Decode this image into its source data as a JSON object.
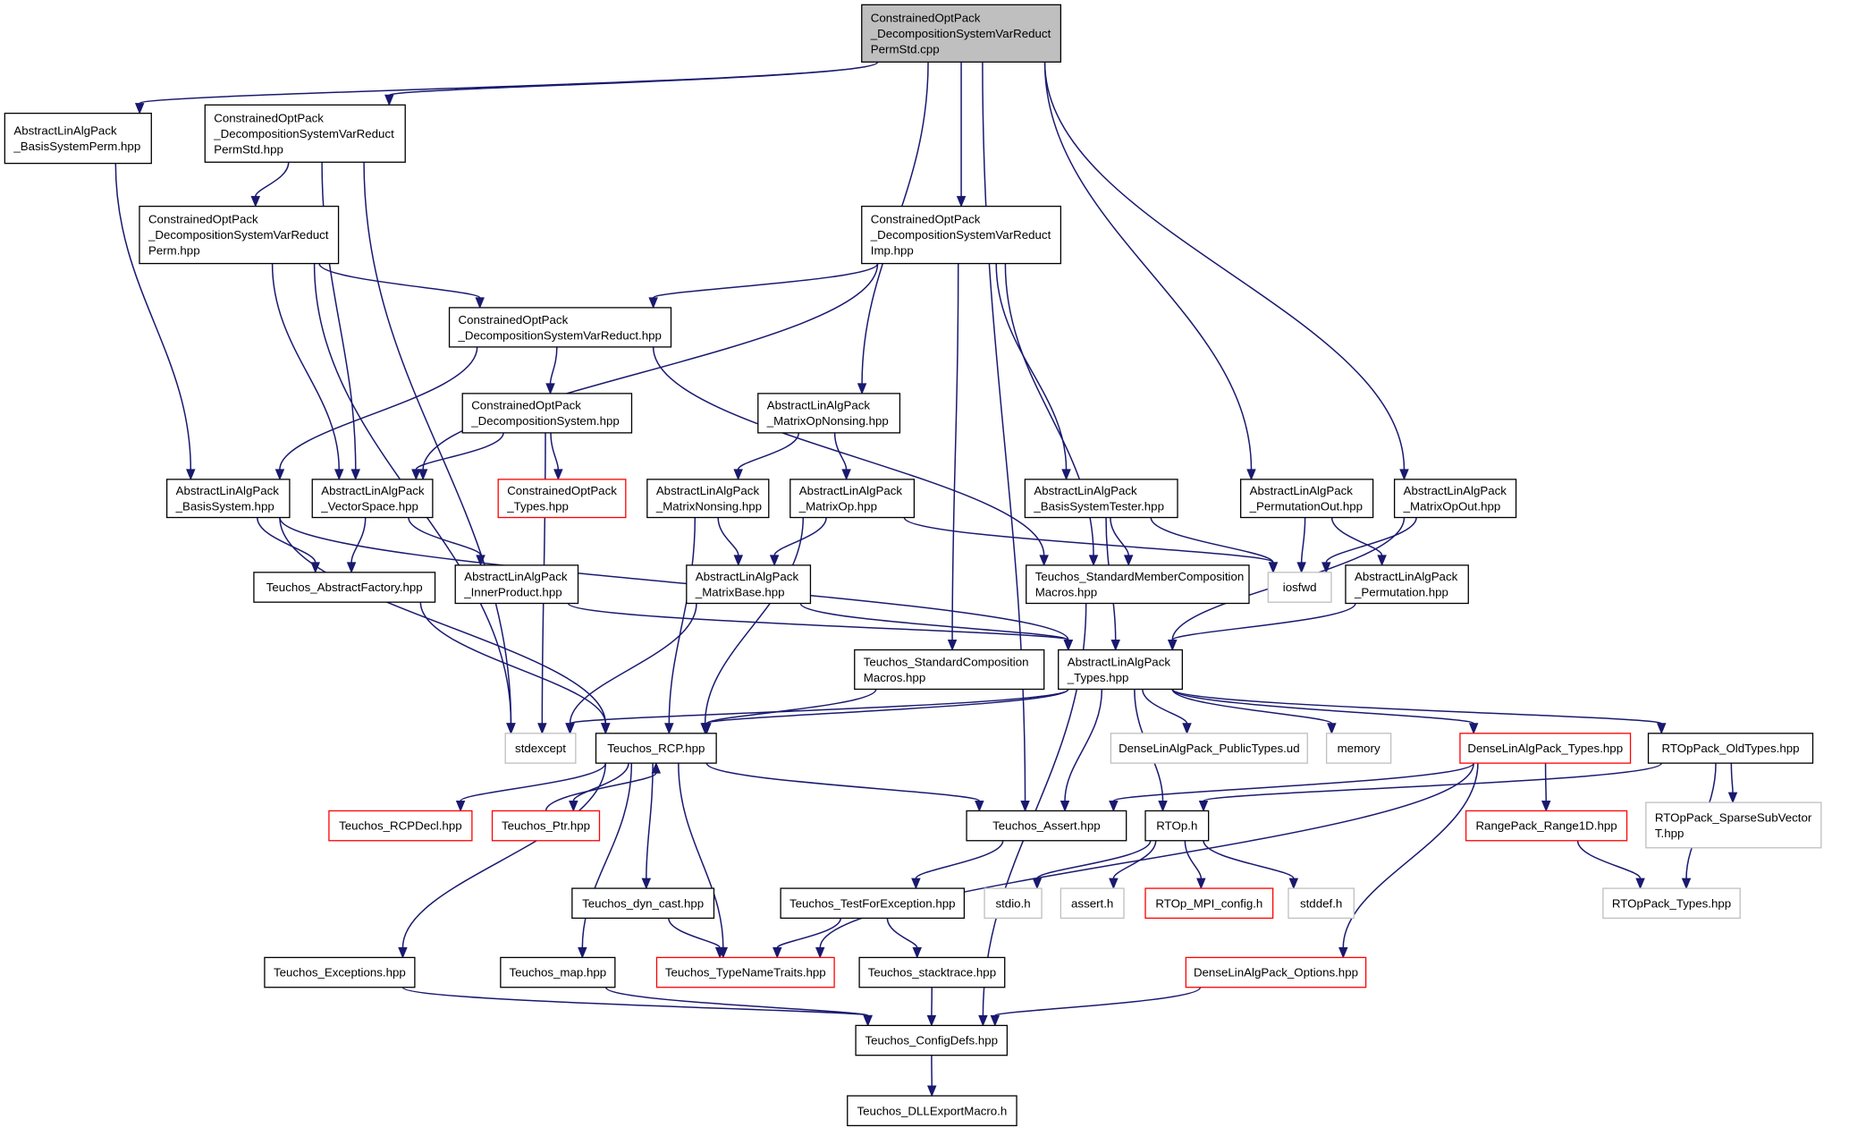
{
  "colors": {
    "edge": "#191970",
    "node_border": "#000000",
    "node_missing_border": "#ff0000",
    "node_external_border": "#bfbfbf",
    "root_fill": "#bfbfbf",
    "node_fill": "#ffffff",
    "text": "#000000"
  },
  "nodes": [
    {
      "id": "root",
      "style": "root",
      "lines": [
        "ConstrainedOptPack",
        "_DecompositionSystemVarReduct",
        "PermStd.cpp"
      ]
    },
    {
      "id": "basis_perm",
      "style": "normal",
      "lines": [
        "AbstractLinAlgPack",
        "_BasisSystemPerm.hpp"
      ]
    },
    {
      "id": "dsvr_permstd_hpp",
      "style": "normal",
      "lines": [
        "ConstrainedOptPack",
        "_DecompositionSystemVarReduct",
        "PermStd.hpp"
      ]
    },
    {
      "id": "dsvr_perm",
      "style": "normal",
      "lines": [
        "ConstrainedOptPack",
        "_DecompositionSystemVarReduct",
        "Perm.hpp"
      ]
    },
    {
      "id": "dsvr_imp",
      "style": "normal",
      "lines": [
        "ConstrainedOptPack",
        "_DecompositionSystemVarReduct",
        "Imp.hpp"
      ]
    },
    {
      "id": "dsvr",
      "style": "normal",
      "lines": [
        "ConstrainedOptPack",
        "_DecompositionSystemVarReduct.hpp"
      ]
    },
    {
      "id": "ds",
      "style": "normal",
      "lines": [
        "ConstrainedOptPack",
        "_DecompositionSystem.hpp"
      ]
    },
    {
      "id": "co_types",
      "style": "missing",
      "lines": [
        "ConstrainedOptPack",
        "_Types.hpp"
      ]
    },
    {
      "id": "mop_nonsing",
      "style": "normal",
      "lines": [
        "AbstractLinAlgPack",
        "_MatrixOpNonsing.hpp"
      ]
    },
    {
      "id": "basis_sys",
      "style": "normal",
      "lines": [
        "AbstractLinAlgPack",
        "_BasisSystem.hpp"
      ]
    },
    {
      "id": "vec_space",
      "style": "normal",
      "lines": [
        "AbstractLinAlgPack",
        "_VectorSpace.hpp"
      ]
    },
    {
      "id": "mat_nonsing",
      "style": "normal",
      "lines": [
        "AbstractLinAlgPack",
        "_MatrixNonsing.hpp"
      ]
    },
    {
      "id": "mat_op",
      "style": "normal",
      "lines": [
        "AbstractLinAlgPack",
        "_MatrixOp.hpp"
      ]
    },
    {
      "id": "bs_tester",
      "style": "normal",
      "lines": [
        "AbstractLinAlgPack",
        "_BasisSystemTester.hpp"
      ]
    },
    {
      "id": "perm_out",
      "style": "normal",
      "lines": [
        "AbstractLinAlgPack",
        "_PermutationOut.hpp"
      ]
    },
    {
      "id": "mop_out",
      "style": "normal",
      "lines": [
        "AbstractLinAlgPack",
        "_MatrixOpOut.hpp"
      ]
    },
    {
      "id": "abs_factory",
      "style": "normal",
      "lines": [
        "Teuchos_AbstractFactory.hpp"
      ]
    },
    {
      "id": "inner_prod",
      "style": "normal",
      "lines": [
        "AbstractLinAlgPack",
        "_InnerProduct.hpp"
      ]
    },
    {
      "id": "mat_base",
      "style": "normal",
      "lines": [
        "AbstractLinAlgPack",
        "_MatrixBase.hpp"
      ]
    },
    {
      "id": "smcm",
      "style": "normal",
      "lines": [
        "Teuchos_StandardMemberComposition",
        "Macros.hpp"
      ]
    },
    {
      "id": "iosfwd",
      "style": "external",
      "lines": [
        "iosfwd"
      ]
    },
    {
      "id": "permutation",
      "style": "normal",
      "lines": [
        "AbstractLinAlgPack",
        "_Permutation.hpp"
      ]
    },
    {
      "id": "scm",
      "style": "normal",
      "lines": [
        "Teuchos_StandardComposition",
        "Macros.hpp"
      ]
    },
    {
      "id": "ala_types",
      "style": "normal",
      "lines": [
        "AbstractLinAlgPack",
        "_Types.hpp"
      ]
    },
    {
      "id": "stdexcept",
      "style": "external",
      "lines": [
        "stdexcept"
      ]
    },
    {
      "id": "rcp",
      "style": "normal",
      "lines": [
        "Teuchos_RCP.hpp"
      ]
    },
    {
      "id": "dla_public",
      "style": "external",
      "lines": [
        "DenseLinAlgPack_PublicTypes.ud"
      ]
    },
    {
      "id": "memory",
      "style": "external",
      "lines": [
        "memory"
      ]
    },
    {
      "id": "dla_types",
      "style": "missing",
      "lines": [
        "DenseLinAlgPack_Types.hpp"
      ]
    },
    {
      "id": "rtop_old",
      "style": "normal",
      "lines": [
        "RTOpPack_OldTypes.hpp"
      ]
    },
    {
      "id": "rcp_decl",
      "style": "missing",
      "lines": [
        "Teuchos_RCPDecl.hpp"
      ]
    },
    {
      "id": "ptr",
      "style": "missing",
      "lines": [
        "Teuchos_Ptr.hpp"
      ]
    },
    {
      "id": "assert",
      "style": "normal",
      "lines": [
        "Teuchos_Assert.hpp"
      ]
    },
    {
      "id": "rtop_h",
      "style": "normal",
      "lines": [
        "RTOp.h"
      ]
    },
    {
      "id": "range1d",
      "style": "missing",
      "lines": [
        "RangePack_Range1D.hpp"
      ]
    },
    {
      "id": "sparse_sub",
      "style": "external",
      "lines": [
        "RTOpPack_SparseSubVector",
        "T.hpp"
      ]
    },
    {
      "id": "dyn_cast",
      "style": "normal",
      "lines": [
        "Teuchos_dyn_cast.hpp"
      ]
    },
    {
      "id": "tfe",
      "style": "normal",
      "lines": [
        "Teuchos_TestForException.hpp"
      ]
    },
    {
      "id": "stdio",
      "style": "external",
      "lines": [
        "stdio.h"
      ]
    },
    {
      "id": "assert_h",
      "style": "external",
      "lines": [
        "assert.h"
      ]
    },
    {
      "id": "rtop_mpi",
      "style": "missing",
      "lines": [
        "RTOp_MPI_config.h"
      ]
    },
    {
      "id": "stddef",
      "style": "external",
      "lines": [
        "stddef.h"
      ]
    },
    {
      "id": "rtop_types",
      "style": "external",
      "lines": [
        "RTOpPack_Types.hpp"
      ]
    },
    {
      "id": "exceptions",
      "style": "normal",
      "lines": [
        "Teuchos_Exceptions.hpp"
      ]
    },
    {
      "id": "map",
      "style": "normal",
      "lines": [
        "Teuchos_map.hpp"
      ]
    },
    {
      "id": "type_name",
      "style": "missing",
      "lines": [
        "Teuchos_TypeNameTraits.hpp"
      ]
    },
    {
      "id": "stacktrace",
      "style": "normal",
      "lines": [
        "Teuchos_stacktrace.hpp"
      ]
    },
    {
      "id": "dla_options",
      "style": "missing",
      "lines": [
        "DenseLinAlgPack_Options.hpp"
      ]
    },
    {
      "id": "config",
      "style": "normal",
      "lines": [
        "Teuchos_ConfigDefs.hpp"
      ]
    },
    {
      "id": "dll",
      "style": "normal",
      "lines": [
        "Teuchos_DLLExportMacro.h"
      ]
    }
  ],
  "edges": [
    [
      "root",
      "basis_perm"
    ],
    [
      "root",
      "dsvr_permstd_hpp"
    ],
    [
      "root",
      "dsvr_imp"
    ],
    [
      "root",
      "mop_nonsing"
    ],
    [
      "root",
      "perm_out"
    ],
    [
      "root",
      "mop_out"
    ],
    [
      "root",
      "assert"
    ],
    [
      "dsvr_permstd_hpp",
      "dsvr_perm"
    ],
    [
      "dsvr_permstd_hpp",
      "vec_space"
    ],
    [
      "dsvr_permstd_hpp",
      "stdexcept"
    ],
    [
      "basis_perm",
      "basis_sys"
    ],
    [
      "dsvr_perm",
      "dsvr"
    ],
    [
      "dsvr_perm",
      "vec_space"
    ],
    [
      "dsvr_perm",
      "stdexcept"
    ],
    [
      "dsvr_imp",
      "dsvr"
    ],
    [
      "dsvr_imp",
      "vec_space"
    ],
    [
      "dsvr_imp",
      "scm"
    ],
    [
      "dsvr_imp",
      "bs_tester"
    ],
    [
      "dsvr_imp",
      "smcm"
    ],
    [
      "dsvr",
      "ds"
    ],
    [
      "dsvr",
      "basis_sys"
    ],
    [
      "dsvr",
      "smcm"
    ],
    [
      "ds",
      "co_types"
    ],
    [
      "ds",
      "vec_space"
    ],
    [
      "ds",
      "stdexcept"
    ],
    [
      "mop_nonsing",
      "mat_nonsing"
    ],
    [
      "mop_nonsing",
      "mat_op"
    ],
    [
      "basis_sys",
      "abs_factory"
    ],
    [
      "basis_sys",
      "ala_types"
    ],
    [
      "basis_sys",
      "rcp"
    ],
    [
      "vec_space",
      "abs_factory"
    ],
    [
      "vec_space",
      "inner_prod"
    ],
    [
      "mat_nonsing",
      "mat_base"
    ],
    [
      "mat_nonsing",
      "rcp"
    ],
    [
      "mat_op",
      "mat_base"
    ],
    [
      "mat_op",
      "iosfwd"
    ],
    [
      "mat_op",
      "rcp"
    ],
    [
      "bs_tester",
      "smcm"
    ],
    [
      "bs_tester",
      "iosfwd"
    ],
    [
      "bs_tester",
      "ala_types"
    ],
    [
      "perm_out",
      "iosfwd"
    ],
    [
      "perm_out",
      "permutation"
    ],
    [
      "mop_out",
      "iosfwd"
    ],
    [
      "mop_out",
      "ala_types"
    ],
    [
      "abs_factory",
      "rcp"
    ],
    [
      "inner_prod",
      "ala_types"
    ],
    [
      "mat_base",
      "ala_types"
    ],
    [
      "mat_base",
      "stdexcept"
    ],
    [
      "smcm",
      "config"
    ],
    [
      "permutation",
      "ala_types"
    ],
    [
      "scm",
      "rcp"
    ],
    [
      "ala_types",
      "stdexcept"
    ],
    [
      "ala_types",
      "rcp"
    ],
    [
      "ala_types",
      "dla_public"
    ],
    [
      "ala_types",
      "memory"
    ],
    [
      "ala_types",
      "dla_types"
    ],
    [
      "ala_types",
      "rtop_old"
    ],
    [
      "ala_types",
      "assert"
    ],
    [
      "ala_types",
      "rtop_h"
    ],
    [
      "rcp",
      "rcp_decl"
    ],
    [
      "rcp",
      "ptr"
    ],
    [
      "ptr",
      "rcp"
    ],
    [
      "rcp",
      "assert"
    ],
    [
      "rcp",
      "dyn_cast"
    ],
    [
      "rcp",
      "type_name"
    ],
    [
      "rcp",
      "map"
    ],
    [
      "rcp",
      "exceptions"
    ],
    [
      "dla_types",
      "range1d"
    ],
    [
      "dla_types",
      "assert"
    ],
    [
      "dla_types",
      "dla_options"
    ],
    [
      "dla_types",
      "type_name"
    ],
    [
      "rtop_old",
      "rtop_h"
    ],
    [
      "rtop_old",
      "sparse_sub"
    ],
    [
      "rtop_old",
      "rtop_types"
    ],
    [
      "range1d",
      "rtop_types"
    ],
    [
      "assert",
      "tfe"
    ],
    [
      "rtop_h",
      "stdio"
    ],
    [
      "rtop_h",
      "assert_h"
    ],
    [
      "rtop_h",
      "rtop_mpi"
    ],
    [
      "rtop_h",
      "stddef"
    ],
    [
      "dyn_cast",
      "type_name"
    ],
    [
      "tfe",
      "type_name"
    ],
    [
      "tfe",
      "stacktrace"
    ],
    [
      "exceptions",
      "config"
    ],
    [
      "map",
      "config"
    ],
    [
      "stacktrace",
      "config"
    ],
    [
      "dla_options",
      "config"
    ],
    [
      "config",
      "dll"
    ]
  ]
}
